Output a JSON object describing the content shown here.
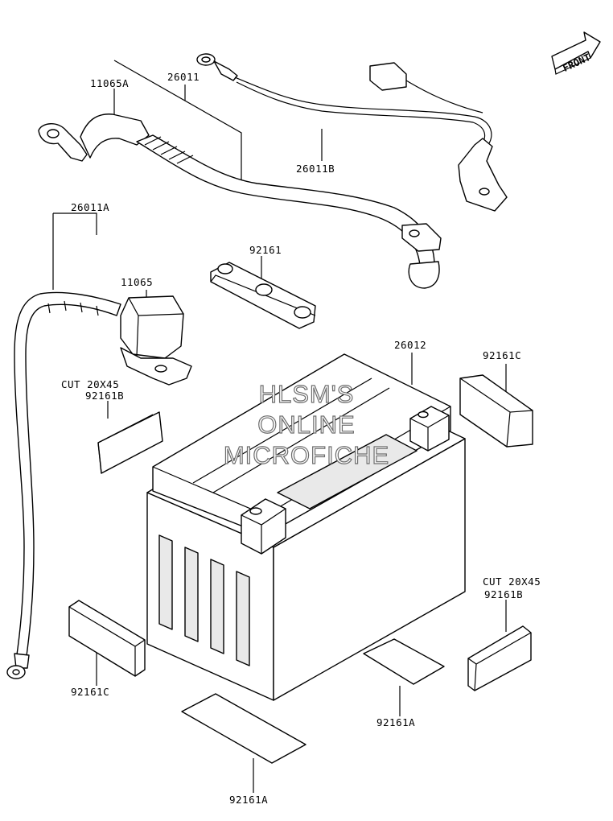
{
  "diagram": {
    "front_marker": "FRONT",
    "watermark": [
      "HLSM'S",
      "ONLINE",
      "MICROFICHE"
    ],
    "labels": {
      "p26011": "26011",
      "p11065A": "11065A",
      "p26011B": "26011B",
      "p26011A": "26011A",
      "p11065": "11065",
      "p92161": "92161",
      "p26012": "26012",
      "p92161C_top": "92161C",
      "cut_left": "CUT 20X45",
      "p92161B_left": "92161B",
      "cut_right": "CUT 20X45",
      "p92161B_right": "92161B",
      "p92161C_bottom": "92161C",
      "p92161A_mid": "92161A",
      "p92161A_bottom": "92161A"
    }
  }
}
